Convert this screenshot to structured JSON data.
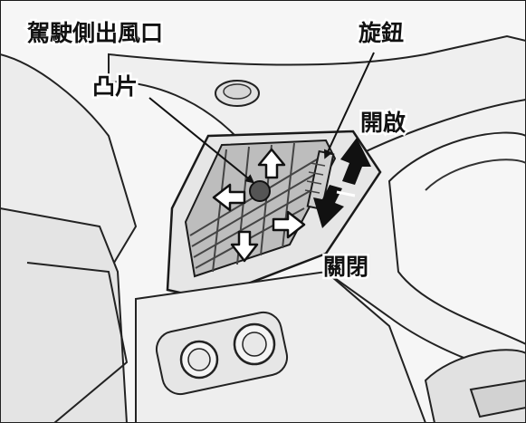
{
  "figure": {
    "labels": {
      "driver_side_vent": "駕駛側出風口",
      "tab": "凸片",
      "knob": "旋鈕",
      "open": "開啟",
      "close": "關閉"
    },
    "colors": {
      "background": "#f6f6f6",
      "line": "#1a1a1a",
      "arrow": "#111111",
      "panel": "#e9e9e9",
      "shadow": "#cfcfcf"
    }
  }
}
